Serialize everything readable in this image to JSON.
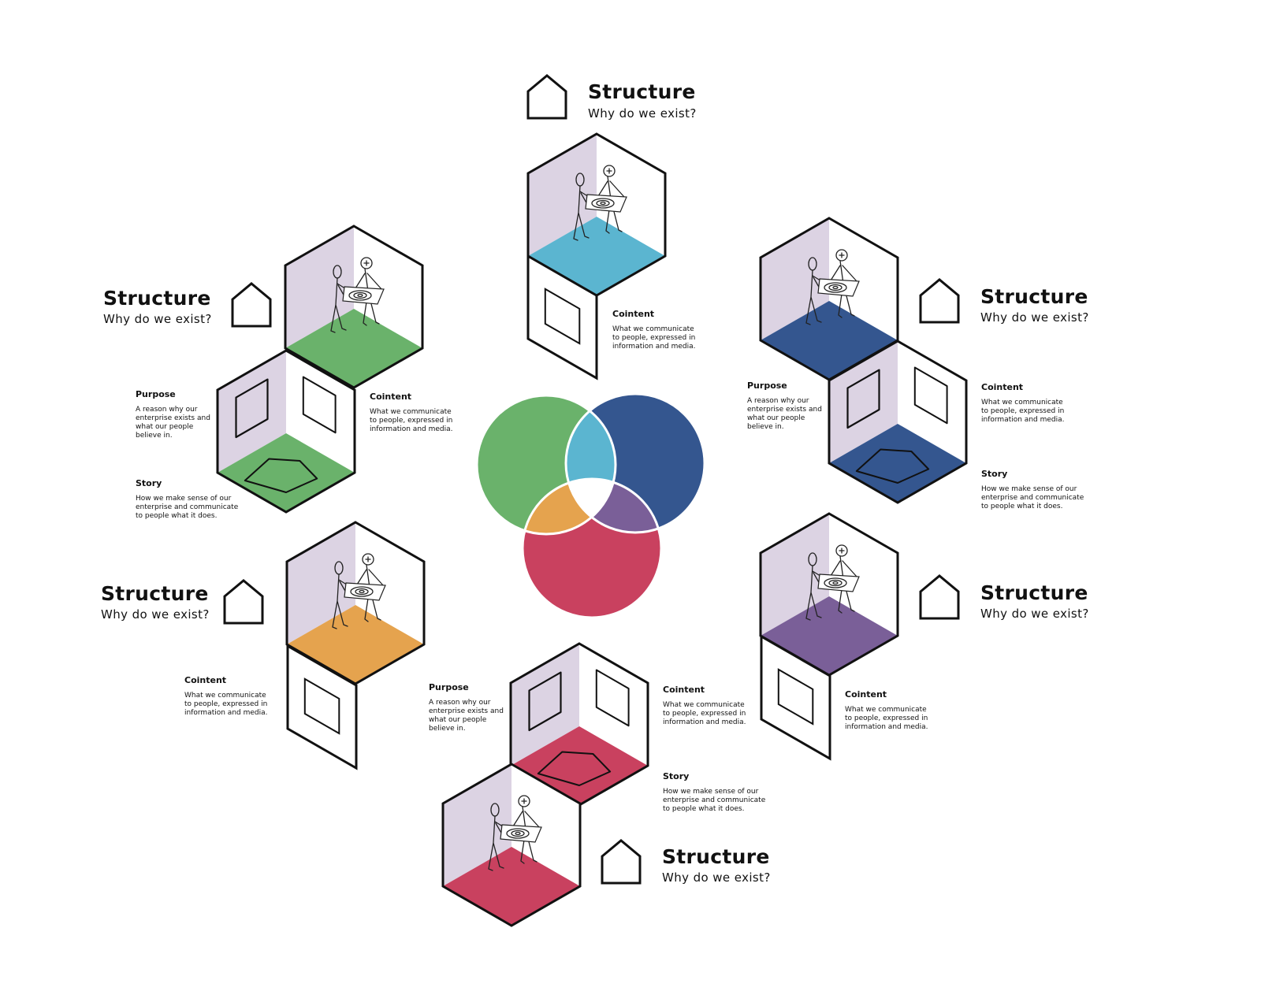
{
  "heading": {
    "title": "Structure",
    "subtitle": "Why do we exist?"
  },
  "labels": {
    "purpose": {
      "title": "Purpose",
      "desc": "A reason why our\nenterprise exists and\nwhat our people\nbelieve in."
    },
    "content": {
      "title": "Cointent",
      "desc": "What we communicate\nto people, expressed in\ninformation and media."
    },
    "story": {
      "title": "Story",
      "desc": "How we make sense of our\nenterprise and communicate\nto people what it does."
    }
  },
  "colors": {
    "green": "#6ab26b",
    "blue": "#34568f",
    "red": "#c9415f",
    "cyan": "#5bb5d0",
    "orange": "#e5a34e",
    "purple": "#7a5f98",
    "wall": "#dcd3e3"
  }
}
